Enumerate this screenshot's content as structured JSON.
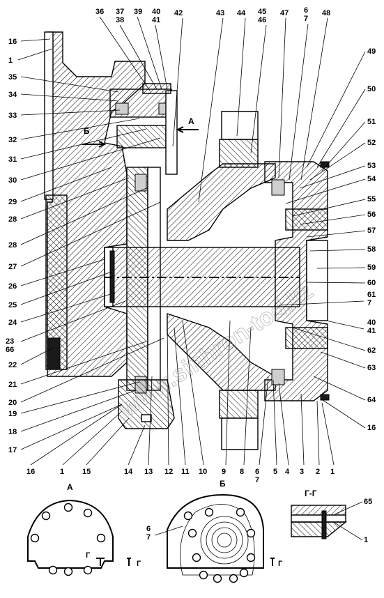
{
  "callouts": {
    "top": [
      "36",
      "37",
      "38",
      "39",
      "40",
      "41",
      "42",
      "43",
      "44",
      "45",
      "46",
      "47",
      "6",
      "7",
      "48"
    ],
    "left": [
      "16",
      "1",
      "35",
      "34",
      "33",
      "32",
      "31",
      "30",
      "29",
      "28",
      "28",
      "27",
      "26",
      "25",
      "24",
      "23",
      "66",
      "22",
      "21",
      "20",
      "19",
      "18",
      "17"
    ],
    "right": [
      "49",
      "50",
      "51",
      "52",
      "53",
      "54",
      "55",
      "56",
      "57",
      "58",
      "59",
      "60",
      "61",
      "7",
      "40",
      "41",
      "62",
      "63",
      "64",
      "16"
    ],
    "bottom": [
      "16",
      "1",
      "15",
      "14",
      "13",
      "12",
      "11",
      "10",
      "9",
      "8",
      "6",
      "7",
      "5",
      "4",
      "3",
      "2",
      "1"
    ]
  },
  "view_letters": {
    "a_arrow": "А",
    "b_arrow": "Б",
    "view_a": "А",
    "view_b": "Б",
    "section_gg": "Г-Г",
    "g_mark": "Г"
  },
  "detail_callouts": {
    "b_view": [
      "6",
      "7"
    ],
    "gg_section": [
      "65",
      "1"
    ]
  },
  "watermark": "www.sinhron-tod.kz"
}
